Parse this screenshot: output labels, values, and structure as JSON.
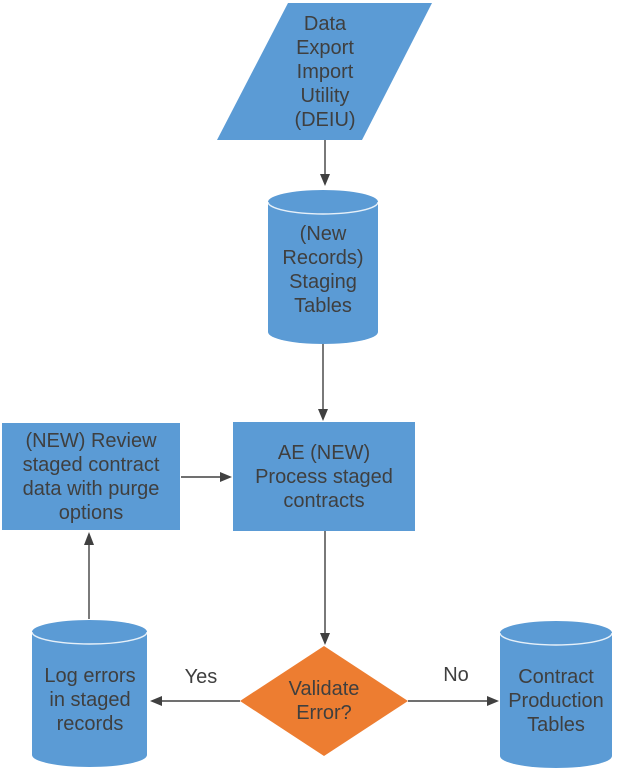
{
  "diagram": {
    "background": "#FFFFFF",
    "colors": {
      "node_fill": "#5B9BD5",
      "decision_fill": "#ED7D31",
      "text": "#3F3F3F",
      "connector": "#404040"
    },
    "nodes": {
      "deiu": {
        "shape": "parallelogram",
        "label": "Data\nExport\nImport\nUtility\n(DEIU)"
      },
      "staging_tables": {
        "shape": "cylinder",
        "label": "(New\nRecords)\nStaging\nTables"
      },
      "review_staged": {
        "shape": "rectangle",
        "label": "(NEW) Review\nstaged contract\ndata with purge\noptions"
      },
      "process_staged": {
        "shape": "rectangle",
        "label": "AE (NEW)\nProcess staged\ncontracts"
      },
      "validate_error": {
        "shape": "diamond",
        "label": "Validate\nError?"
      },
      "log_errors": {
        "shape": "cylinder",
        "label": "Log errors\nin staged\nrecords"
      },
      "production_tables": {
        "shape": "cylinder",
        "label": "Contract\nProduction\nTables"
      }
    },
    "edge_labels": {
      "yes": "Yes",
      "no": "No"
    }
  }
}
